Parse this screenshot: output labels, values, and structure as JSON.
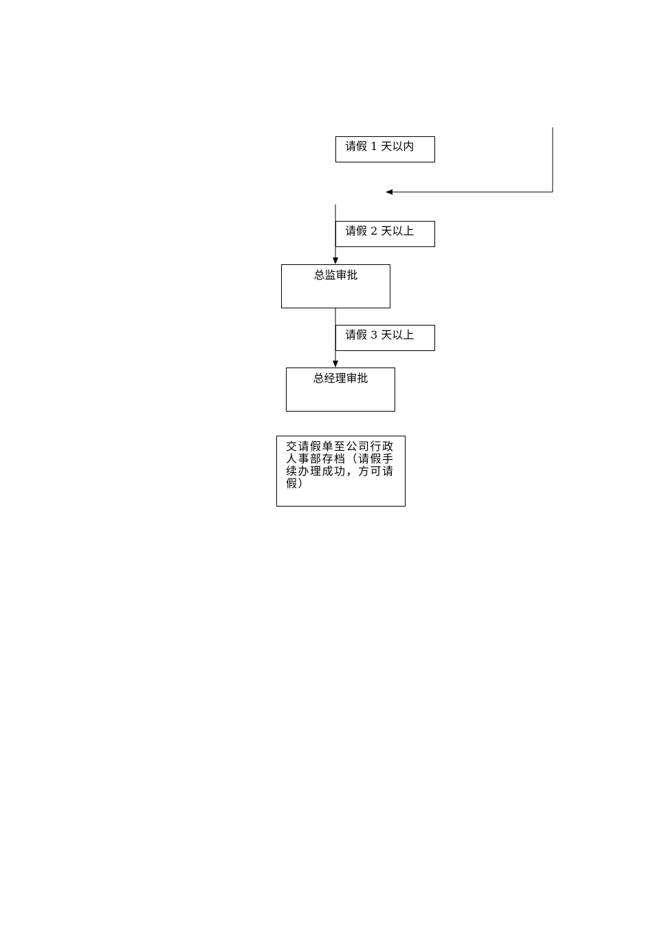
{
  "diagram": {
    "conditions": [
      {
        "id": "within-1-day",
        "text": "请假 1 天以内"
      },
      {
        "id": "over-2-days",
        "text": "请假 2 天以上"
      },
      {
        "id": "over-3-days",
        "text": "请假 3 天以上"
      }
    ],
    "steps": [
      {
        "id": "director-approval",
        "text": "总监审批"
      },
      {
        "id": "gm-approval",
        "text": "总经理审批"
      },
      {
        "id": "file-archive",
        "text": "交请假单至公司行政人事部存档（请假手续办理成功，方可请假）"
      }
    ]
  }
}
